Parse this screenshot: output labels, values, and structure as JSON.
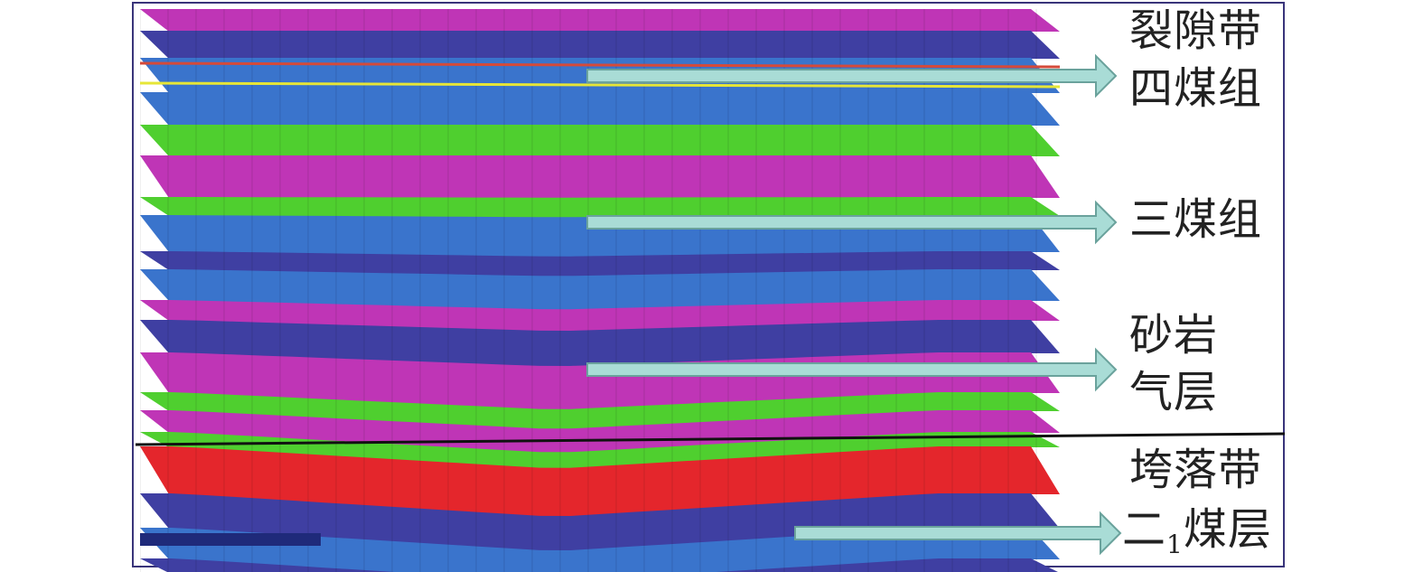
{
  "labels": {
    "fracture_zone": "裂隙带",
    "coal_group_4": "四煤组",
    "coal_group_3": "三煤组",
    "sandstone_gas_l1": "砂岩",
    "sandstone_gas_l2": "气层",
    "caving_zone": "垮落带",
    "coal_seam_2_prefix": "二",
    "coal_seam_2_sub": "1",
    "coal_seam_2_suffix": "煤层"
  },
  "colors": {
    "magenta": "#bf35b6",
    "navy": "#3f3fa2",
    "blue": "#3a74cc",
    "green": "#4fcf2f",
    "red": "#e4262c",
    "arrow_fill": "#a9dcd6",
    "arrow_stroke": "#6aa29c",
    "boundary_line": "#111111",
    "frame": "#39347a"
  },
  "strata_sequence": [
    "magenta",
    "navy",
    "blue",
    "blue",
    "green",
    "magenta",
    "green",
    "blue",
    "navy",
    "blue",
    "magenta",
    "navy",
    "magenta",
    "green",
    "magenta",
    "green",
    "red",
    "navy",
    "blue",
    "navy"
  ],
  "icons": {
    "pointer": "arrow-right-icon",
    "boundary": "caving-boundary-line"
  }
}
